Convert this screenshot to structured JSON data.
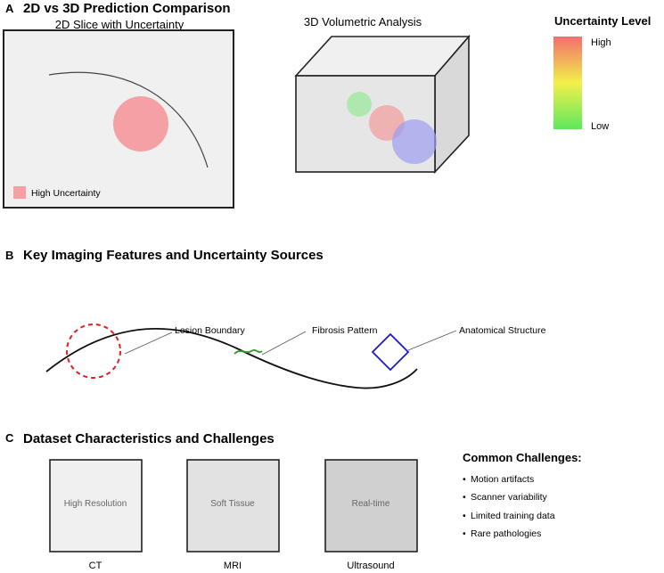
{
  "panel_a": {
    "letter": "A",
    "title": "2D vs 3D Prediction Comparison",
    "slice_title": "2D Slice with Uncertainty",
    "slice_legend_label": "High Uncertainty",
    "volume_title": "3D Volumetric Analysis",
    "colorbar_title": "Uncertainty Level",
    "colorbar_high": "High",
    "colorbar_low": "Low"
  },
  "panel_b": {
    "letter": "B",
    "title": "Key Imaging Features and Uncertainty Sources",
    "features": [
      "Lesion Boundary",
      "Fibrosis Pattern",
      "Anatomical Structure"
    ]
  },
  "panel_c": {
    "letter": "C",
    "title": "Dataset Characteristics and Challenges",
    "modalities": [
      {
        "name": "CT",
        "label": "High Resolution"
      },
      {
        "name": "MRI",
        "label": "Soft Tissue"
      },
      {
        "name": "Ultrasound",
        "label": "Real-time"
      }
    ],
    "challenges_title": "Common Challenges:",
    "challenges": [
      "Motion artifacts",
      "Scanner variability",
      "Limited training data",
      "Rare pathologies"
    ]
  },
  "colors": {
    "uncertainty_high": "#f07e82",
    "uncertainty_mid": "#f2e94a",
    "uncertainty_low": "#5ee05e",
    "blob_blue": "#8b8bef",
    "lesion_red": "#e02020",
    "fibrosis_green": "#2a9a2a",
    "structure_blue": "#1a1ad0",
    "panel_fill": "#f0f0f0"
  }
}
